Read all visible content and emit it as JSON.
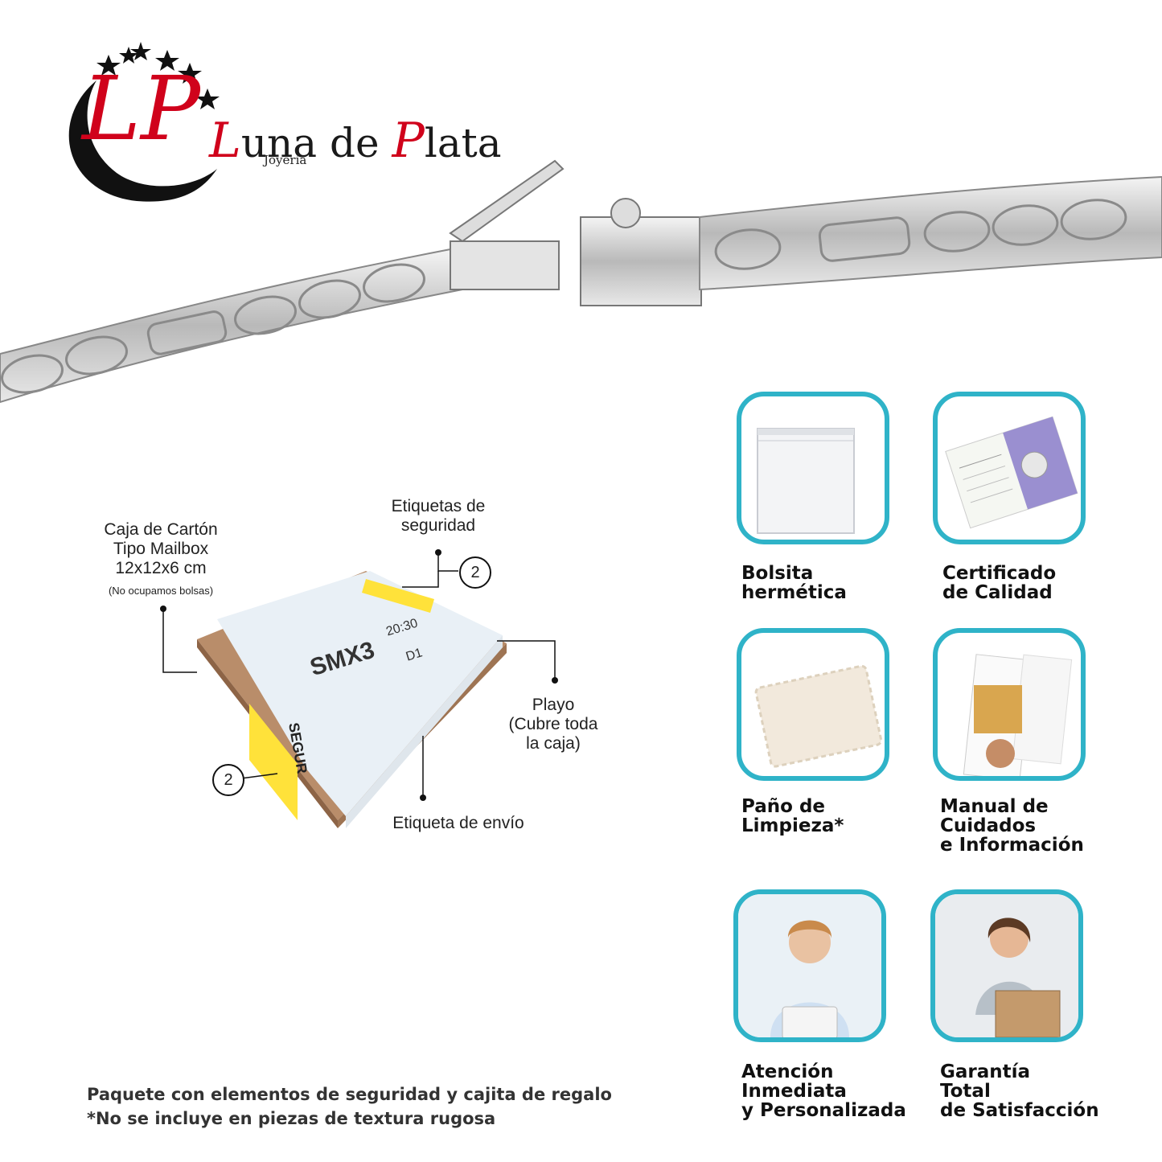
{
  "brand": {
    "monogram": "LP",
    "name_part1": "una de ",
    "name_initial2": "P",
    "name_part2": "lata",
    "name_initial1": "L",
    "subtitle": "Joyería"
  },
  "package": {
    "box_label": [
      "Caja de Cartón",
      "Tipo Mailbox",
      "12x12x6 cm"
    ],
    "box_note": "(No ocupamos bolsas)",
    "security_label": [
      "Etiquetas de",
      "seguridad"
    ],
    "security_count_top": "2",
    "security_count_side": "2",
    "wrap_label": [
      "Playo",
      "(Cubre toda",
      "la caja)"
    ],
    "shipping_label": "Etiqueta de envío",
    "box_print": {
      "code": "SMX3",
      "time": "20:30",
      "route": "D1",
      "side_sticker": "SEGUR"
    }
  },
  "items": [
    {
      "label": [
        "Bolsita",
        "hermética"
      ],
      "icon": "zip-bag-icon"
    },
    {
      "label": [
        "Certificado",
        "de Calidad"
      ],
      "icon": "certificate-icon"
    },
    {
      "label": [
        "Paño de",
        "Limpieza*"
      ],
      "icon": "cloth-icon"
    },
    {
      "label": [
        "Manual de",
        "Cuidados",
        "e Información"
      ],
      "icon": "manual-icon"
    },
    {
      "label": [
        "Atención",
        "Inmediata",
        "y Personalizada"
      ],
      "icon": "support-agent-icon"
    },
    {
      "label": [
        "Garantía",
        "Total",
        "de Satisfacción"
      ],
      "icon": "happy-customer-icon"
    }
  ],
  "footer": {
    "line1": "Paquete con elementos de seguridad y cajita de regalo",
    "line2": "*No se incluye en piezas de textura rugosa"
  },
  "colors": {
    "accent": "#2fb3c8",
    "brand_red": "#d0021b",
    "moon_black": "#111111"
  }
}
